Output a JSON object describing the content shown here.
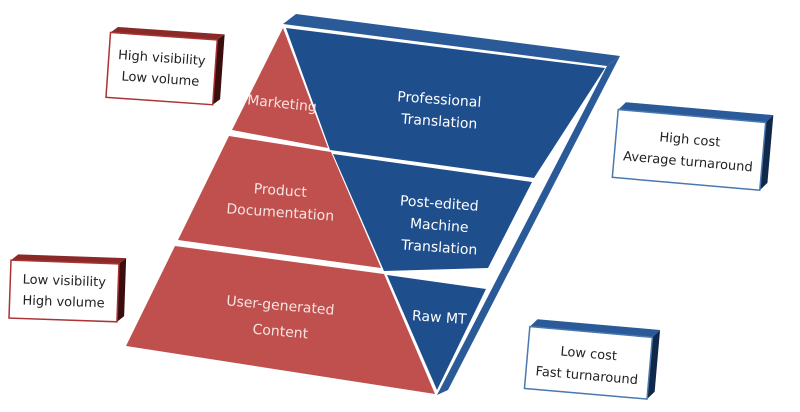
{
  "colors": {
    "red": "#c0504d",
    "blue": "#1f4e8c",
    "dark_red": "#7a2220",
    "dark_blue": "#10284a"
  },
  "pyramid": {
    "top": "Marketing",
    "middle": [
      "Product",
      "Documentation"
    ],
    "bottom": [
      "User-generated",
      "Content"
    ]
  },
  "inverted": {
    "top": [
      "Professional",
      "Translation"
    ],
    "middle": [
      "Post-edited",
      "Machine",
      "Translation"
    ],
    "bottom": "Raw MT"
  },
  "boxes": {
    "high_visibility": [
      "High visibility",
      "Low volume"
    ],
    "low_visibility": [
      "Low visibility",
      "High volume"
    ],
    "high_cost": [
      "High cost",
      "Average turnaround"
    ],
    "low_cost": [
      "Low cost",
      "Fast turnaround"
    ]
  }
}
